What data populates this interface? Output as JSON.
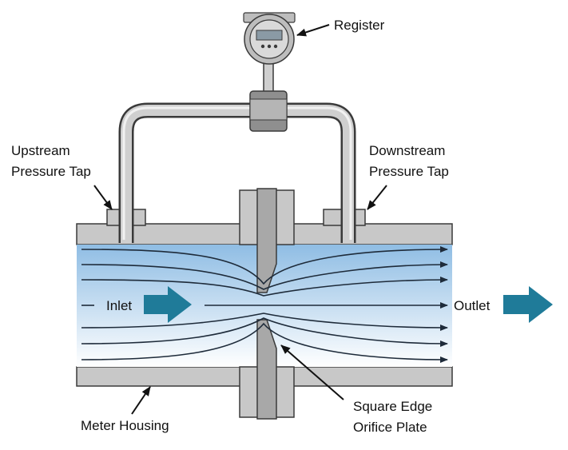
{
  "labels": {
    "register": "Register",
    "upstream_line1": "Upstream",
    "upstream_line2": "Pressure Tap",
    "downstream_line1": "Downstream",
    "downstream_line2": "Pressure Tap",
    "inlet": "Inlet",
    "outlet": "Outlet",
    "meter_housing": "Meter Housing",
    "orifice_line1": "Square Edge",
    "orifice_line2": "Orifice Plate"
  },
  "colors": {
    "metal": "#c8c8c8",
    "metal_dark": "#9a9a9a",
    "outline": "#3a3a3a",
    "fluid_top": "#8fbde4",
    "fluid_bottom": "#ffffff",
    "arrow_teal": "#1f7b99",
    "flow_line": "#1e2b3a",
    "transmitter": "#bdbdbd"
  },
  "icons": {
    "inlet_arrow": "block-arrow-right",
    "outlet_arrow": "block-arrow-right",
    "register": "transmitter-display"
  }
}
